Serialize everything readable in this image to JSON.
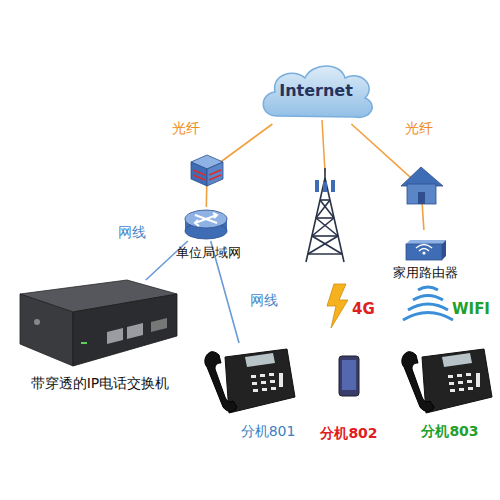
{
  "diagram": {
    "nodes": [
      {
        "text": [
          "Internet"
        ]
      },
      {
        "text": [
          "单位局域网"
        ]
      },
      {
        "text": [
          "带穿透的IP电话交换机"
        ]
      },
      {
        "text": [
          "家用路由器"
        ]
      },
      {
        "text": [
          "分机801"
        ]
      },
      {
        "text": [
          "分机802"
        ]
      },
      {
        "text": [
          "分机803"
        ]
      }
    ],
    "edges": [
      {
        "from": 0,
        "to": 1,
        "arrow": "none",
        "label": "光纤"
      },
      {
        "from": 0,
        "to": 3,
        "arrow": "none",
        "label": "光纤"
      },
      {
        "from": 1,
        "to": 2,
        "arrow": "none",
        "label": "网线"
      },
      {
        "from": 1,
        "to": 4,
        "arrow": "none",
        "label": "网线"
      }
    ],
    "labels": [
      "4G",
      "WIFI"
    ]
  }
}
